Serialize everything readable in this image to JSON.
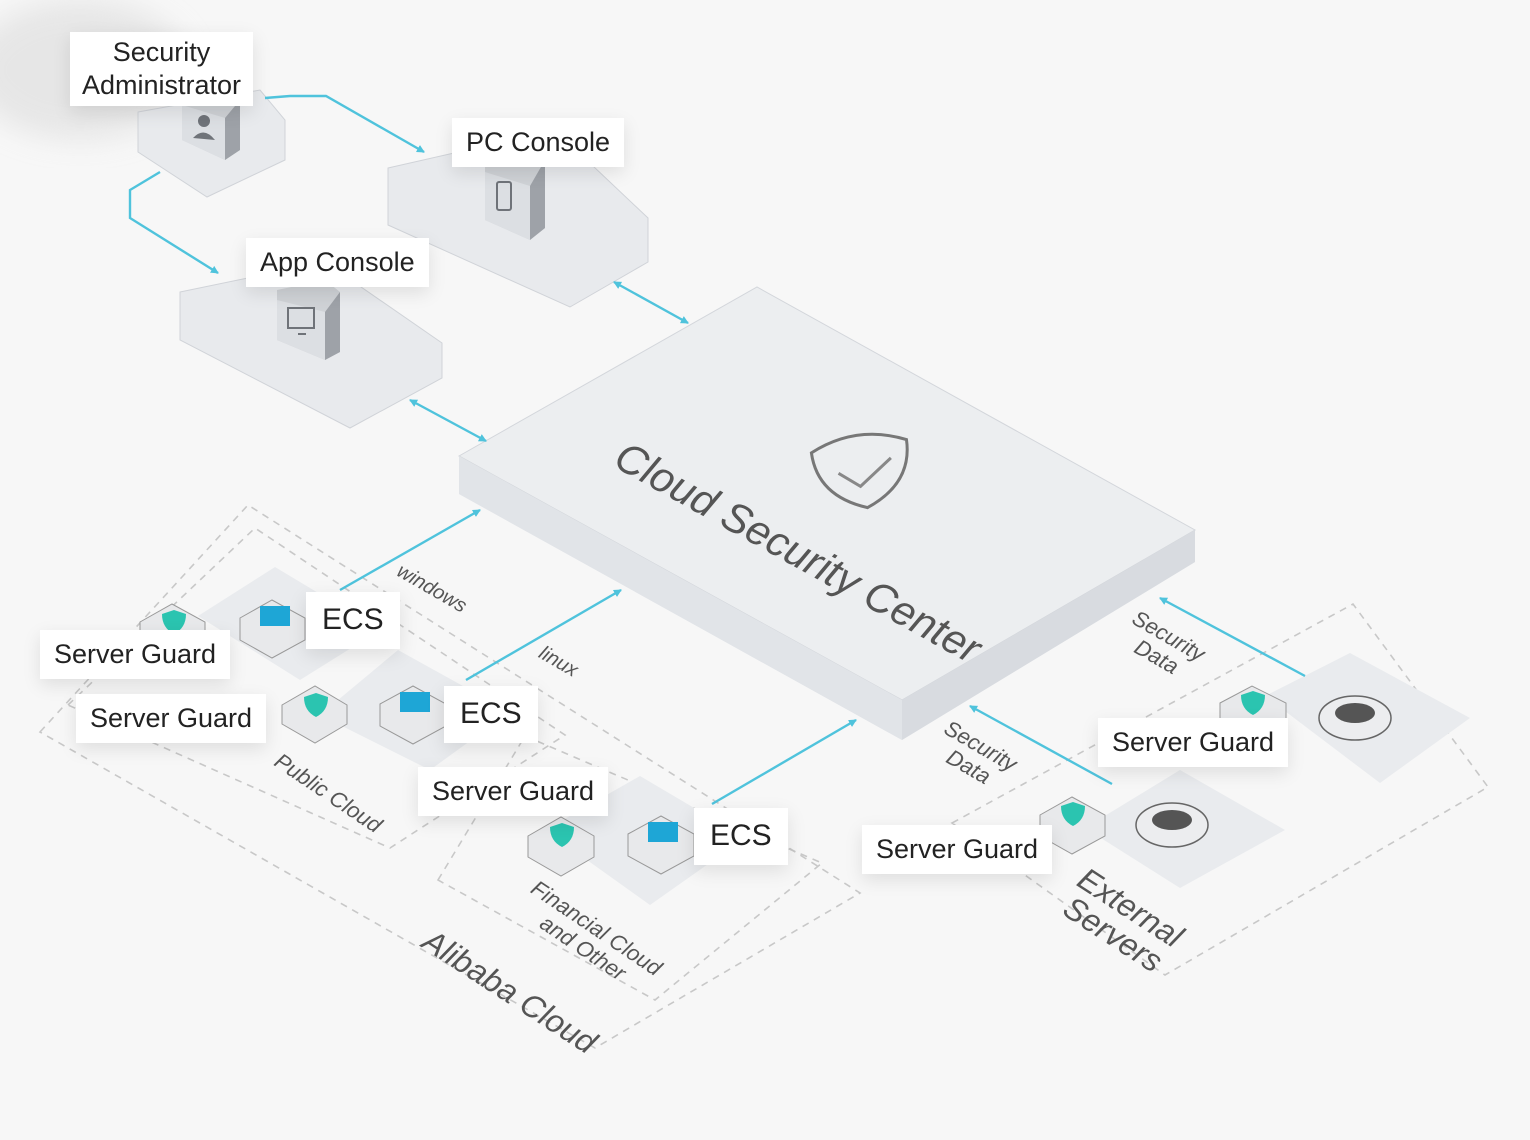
{
  "nodes": {
    "security_admin": {
      "line1": "Security",
      "line2": "Administrator"
    },
    "pc_console": "PC Console",
    "app_console": "App Console",
    "center": "Cloud Security Center"
  },
  "agents": {
    "server_guard": "Server Guard",
    "ecs": "ECS"
  },
  "links": {
    "windows": "windows",
    "linux": "linux",
    "security_data_line1": "Security",
    "security_data_line2": "Data"
  },
  "groups": {
    "public_cloud": "Public Cloud",
    "financial_line1": "Financial Cloud",
    "financial_line2": "and Other",
    "alibaba_cloud": "Alibaba Cloud",
    "external_line1": "External",
    "external_line2": "Servers"
  },
  "colors": {
    "arrow": "#4fc3dc",
    "platform": "#eceef0",
    "guard_accent": "#2bc4b0",
    "ecs_accent": "#1ea6d6"
  },
  "icons": [
    "user-icon",
    "mobile-icon",
    "monitor-icon",
    "shield-check-icon",
    "shield-icon",
    "server-icon",
    "disk-icon"
  ]
}
